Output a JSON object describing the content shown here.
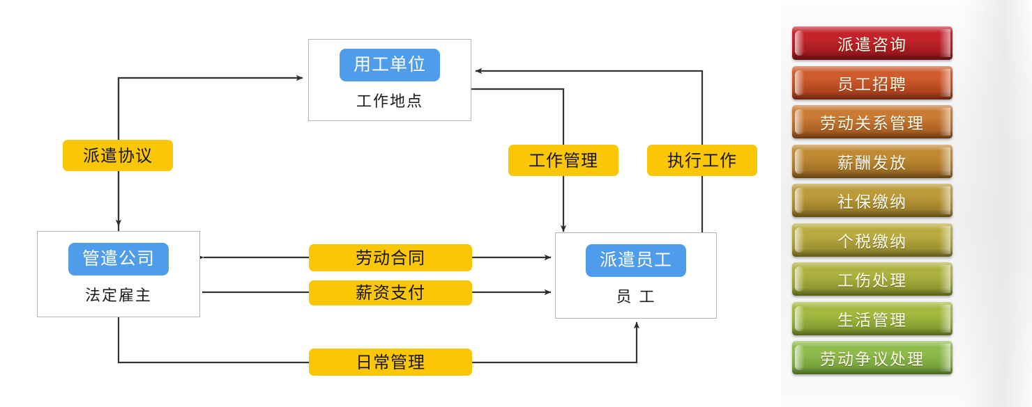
{
  "diagram": {
    "nodes": [
      {
        "id": "employer",
        "title": "用工单位",
        "subtitle": "工作地点"
      },
      {
        "id": "dispatch",
        "title": "管遣公司",
        "subtitle": "法定雇主"
      },
      {
        "id": "worker",
        "title": "派遣员工",
        "subtitle": "员  工"
      }
    ],
    "labels": [
      {
        "id": "dispatch-agreement",
        "text": "派遣协议"
      },
      {
        "id": "work-management",
        "text": "工作管理"
      },
      {
        "id": "perform-work",
        "text": "执行工作"
      },
      {
        "id": "labor-contract",
        "text": "劳动合同"
      },
      {
        "id": "salary-payment",
        "text": "薪资支付"
      },
      {
        "id": "daily-management",
        "text": "日常管理"
      }
    ],
    "colors": {
      "pill": "#4f9cea",
      "label": "#fbc603",
      "node_border": "#b5b5b5",
      "wire": "#333333"
    }
  },
  "services": {
    "items": [
      {
        "label": "派遣咨询",
        "c1": "#c3232b",
        "c2": "#8e1417"
      },
      {
        "label": "员工招聘",
        "c1": "#cf5a2b",
        "c2": "#9a3516"
      },
      {
        "label": "劳动关系管理",
        "c1": "#c97a33",
        "c2": "#97511b"
      },
      {
        "label": "薪酬发放",
        "c1": "#c08a34",
        "c2": "#8e601d"
      },
      {
        "label": "社保缴纳",
        "c1": "#bb9a39",
        "c2": "#8a7021"
      },
      {
        "label": "个税缴纳",
        "c1": "#b8ab3f",
        "c2": "#8a7f27"
      },
      {
        "label": "工伤处理",
        "c1": "#adb23f",
        "c2": "#7f8726"
      },
      {
        "label": "生活管理",
        "c1": "#a2b83f",
        "c2": "#76902a"
      },
      {
        "label": "劳动争议处理",
        "c1": "#8dbb4c",
        "c2": "#689433"
      }
    ]
  }
}
